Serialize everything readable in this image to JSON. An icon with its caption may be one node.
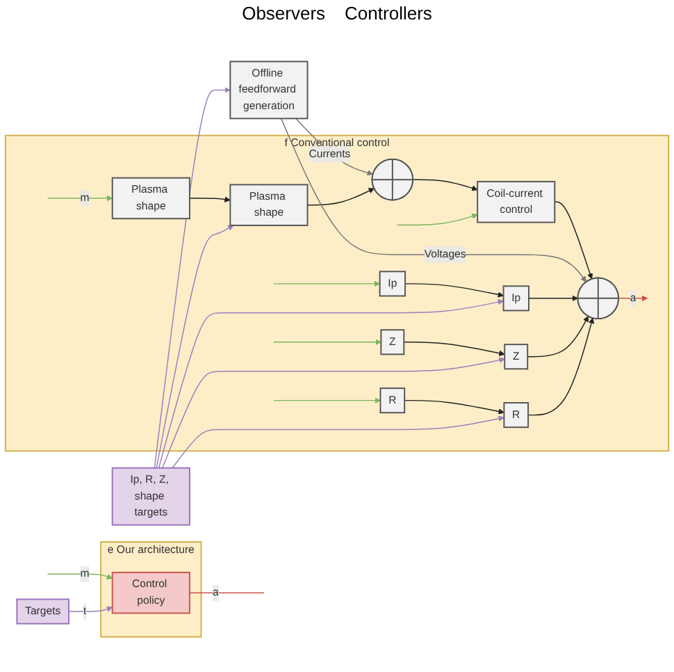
{
  "diagram": {
    "nodes": [
      {
        "text": [
          "e Our architecture"
        ]
      },
      {
        "text": [
          "Targets"
        ]
      },
      {
        "text": [
          "Control policy"
        ],
        "in": 0
      },
      {
        "text": [
          "f Conventional control"
        ]
      },
      {
        "text": [
          "Ip, R, Z, shape targets"
        ]
      },
      {
        "text": [
          "Offline feedforward generation"
        ]
      },
      {
        "text": [
          "Plasma shape"
        ],
        "in": 3
      },
      {
        "text": [
          "R"
        ],
        "in": 3
      },
      {
        "text": [
          "Z"
        ],
        "in": 3
      },
      {
        "text": [
          "Ip"
        ],
        "in": 3
      },
      {
        "text": [
          "Plasma shape"
        ],
        "in": 3
      },
      {
        "text": [
          "R"
        ],
        "in": 3
      },
      {
        "text": [
          "Z"
        ],
        "in": 3
      },
      {
        "text": [
          "Ip"
        ],
        "in": 3
      },
      {
        "text": [],
        "shape": "circle",
        "in": 3
      },
      {
        "text": [
          "Coil-current control"
        ],
        "in": 3
      },
      {
        "text": [],
        "shape": "circle",
        "in": 3
      }
    ],
    "edges": [
      {
        "from": 1,
        "to": 2,
        "arrow": "to",
        "label": "t",
        "color": "#9b7fba"
      },
      {
        "from": null,
        "to": 2,
        "arrow": "to",
        "label": "m",
        "color": "#7ab55c"
      },
      {
        "from": 2,
        "to": null,
        "arrow": "none",
        "label": "a",
        "color": "#c9534f"
      },
      {
        "from": null,
        "to": 6,
        "arrow": "to",
        "label": "m",
        "color": "#7ab55c"
      },
      {
        "from": null,
        "to": 7,
        "arrow": "to",
        "color": "#7ab55c"
      },
      {
        "from": null,
        "to": 8,
        "arrow": "to",
        "color": "#7ab55c"
      },
      {
        "from": null,
        "to": 9,
        "arrow": "to",
        "color": "#7ab55c"
      },
      {
        "from": null,
        "to": 15,
        "arrow": "to",
        "color": "#7ab55c"
      },
      {
        "from": 4,
        "to": 10,
        "arrow": "to",
        "color": "#9b7fba"
      },
      {
        "from": 4,
        "to": 11,
        "arrow": "to",
        "color": "#9b7fba"
      },
      {
        "from": 4,
        "to": 12,
        "arrow": "to",
        "color": "#9b7fba"
      },
      {
        "from": 4,
        "to": 13,
        "arrow": "to",
        "color": "#9b7fba"
      },
      {
        "from": 4,
        "to": 5,
        "arrow": "to",
        "color": "#9b7fba"
      },
      {
        "from": 6,
        "to": 10,
        "arrow": "to"
      },
      {
        "from": 7,
        "to": 11,
        "arrow": "to"
      },
      {
        "from": 8,
        "to": 12,
        "arrow": "to"
      },
      {
        "from": 9,
        "to": 13,
        "arrow": "to"
      },
      {
        "from": 10,
        "to": 14,
        "arrow": "to"
      },
      {
        "from": 11,
        "to": 16,
        "arrow": "to"
      },
      {
        "from": 12,
        "to": 16,
        "arrow": "to"
      },
      {
        "from": 13,
        "to": 16,
        "arrow": "to"
      },
      {
        "from": 5,
        "to": 14,
        "arrow": "to",
        "label": "Currents",
        "color": "#777777"
      },
      {
        "from": 5,
        "to": 16,
        "arrow": "to",
        "label": "Voltages",
        "color": "#777777"
      },
      {
        "from": 14,
        "to": 15,
        "arrow": "to"
      },
      {
        "from": 15,
        "to": 16,
        "arrow": "to"
      },
      {
        "from": 16,
        "to": null,
        "arrow": "to",
        "label": "a",
        "color": "#c9534f"
      }
    ],
    "labels": [
      "Observers",
      "Controllers"
    ]
  }
}
